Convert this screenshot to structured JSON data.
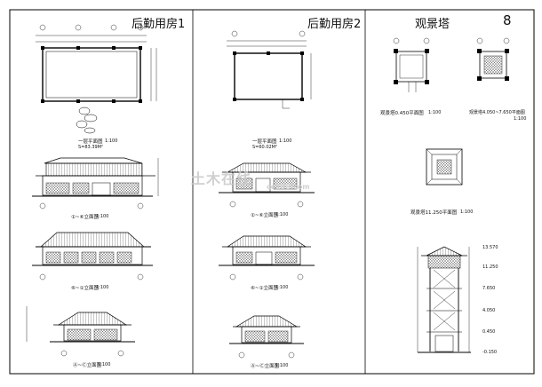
{
  "panels": [
    {
      "title": "后勤用房1"
    },
    {
      "title": "后勤用房2"
    },
    {
      "title": "观景塔",
      "number": "8"
    }
  ],
  "panel1": {
    "plan_caption": "一层平面图",
    "plan_scale": "1:100",
    "plan_area": "S=83.39M²",
    "elev1_caption": "①~⑥立面图",
    "elev1_scale": "1:100",
    "elev2_caption": "⑥~①立面图",
    "elev2_scale": "1:100",
    "elev3_caption": "Ⓐ~Ⓒ立面图",
    "elev3_scale": "1:100"
  },
  "panel2": {
    "plan_caption": "一层平面图",
    "plan_scale": "1:100",
    "plan_area": "S=60.02M²",
    "elev1_caption": "①~⑥立面图",
    "elev1_scale": "1:100",
    "elev2_caption": "⑥~①立面图",
    "elev2_scale": "1:100",
    "elev3_caption": "Ⓐ~Ⓒ立面图",
    "elev3_scale": "1:100"
  },
  "panel3": {
    "plan1_caption": "观景塔0.450平面图",
    "plan1_scale": "1:100",
    "plan2_caption": "观景塔4.050~7.650平面图",
    "plan2_scale": "1:100",
    "plan3_caption": "观景塔11.250平面图",
    "plan3_scale": "1:100",
    "levels": [
      "13.570",
      "11.250",
      "7.650",
      "4.050",
      "0.450",
      "-0.150"
    ]
  },
  "watermark": {
    "text": "土木在线",
    "sub": "co188.com"
  }
}
